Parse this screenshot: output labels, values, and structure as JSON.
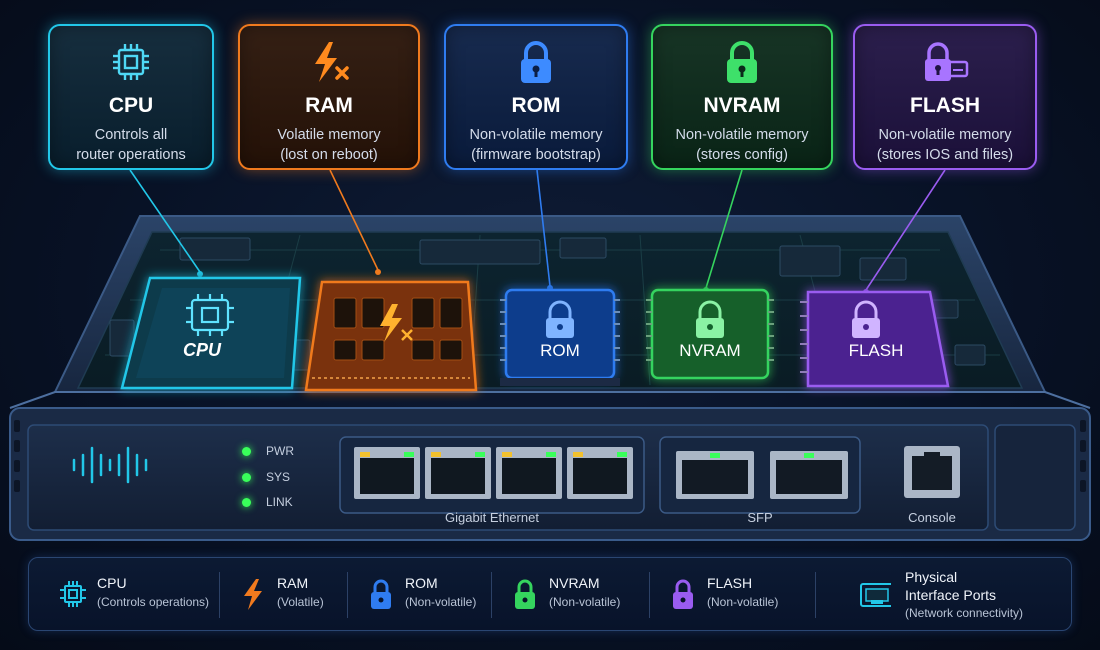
{
  "callouts": [
    {
      "id": "cpu",
      "title": "CPU",
      "line1": "Controls all",
      "line2": "router operations",
      "color": "#22c7e8",
      "icon": "chip-icon"
    },
    {
      "id": "ram",
      "title": "RAM",
      "line1": "Volatile memory",
      "line2": "(lost on reboot)",
      "color": "#f07a1e",
      "icon": "lightning-x-icon"
    },
    {
      "id": "rom",
      "title": "ROM",
      "line1": "Non-volatile memory",
      "line2": "(firmware bootstrap)",
      "color": "#2f7cf0",
      "icon": "lock-icon"
    },
    {
      "id": "nvram",
      "title": "NVRAM",
      "line1": "Non-volatile memory",
      "line2": "(stores config)",
      "color": "#35d45e",
      "icon": "lock-icon"
    },
    {
      "id": "flash",
      "title": "FLASH",
      "line1": "Non-volatile memory",
      "line2": "(stores IOS and files)",
      "color": "#9a5cf0",
      "icon": "lock-card-icon"
    }
  ],
  "board": {
    "cpu_label": "CPU",
    "rom_label": "ROM",
    "nvram_label": "NVRAM",
    "flash_label": "FLASH"
  },
  "front_panel": {
    "leds": [
      "PWR",
      "SYS",
      "LINK"
    ],
    "ethernet_label": "Gigabit Ethernet",
    "sfp_label": "SFP",
    "console_label": "Console",
    "led_color": "#39ff5a",
    "port_led_color": "#f2c12e"
  },
  "legend": [
    {
      "title": "CPU",
      "sub": "(Controls operations)",
      "color": "#22c7e8",
      "icon": "chip-icon"
    },
    {
      "title": "RAM",
      "sub": "(Volatile)",
      "color": "#f07a1e",
      "icon": "lightning-icon"
    },
    {
      "title": "ROM",
      "sub": "(Non-volatile)",
      "color": "#2f7cf0",
      "icon": "lock-icon"
    },
    {
      "title": "NVRAM",
      "sub": "(Non-volatile)",
      "color": "#35d45e",
      "icon": "lock-icon"
    },
    {
      "title": "FLASH",
      "sub": "(Non-volatile)",
      "color": "#9a5cf0",
      "icon": "lock-icon"
    },
    {
      "title": "Physical",
      "title2": "Interface Ports",
      "sub": "(Network connectivity)",
      "color": "#22c7e8",
      "icon": "ethernet-port-icon"
    }
  ]
}
